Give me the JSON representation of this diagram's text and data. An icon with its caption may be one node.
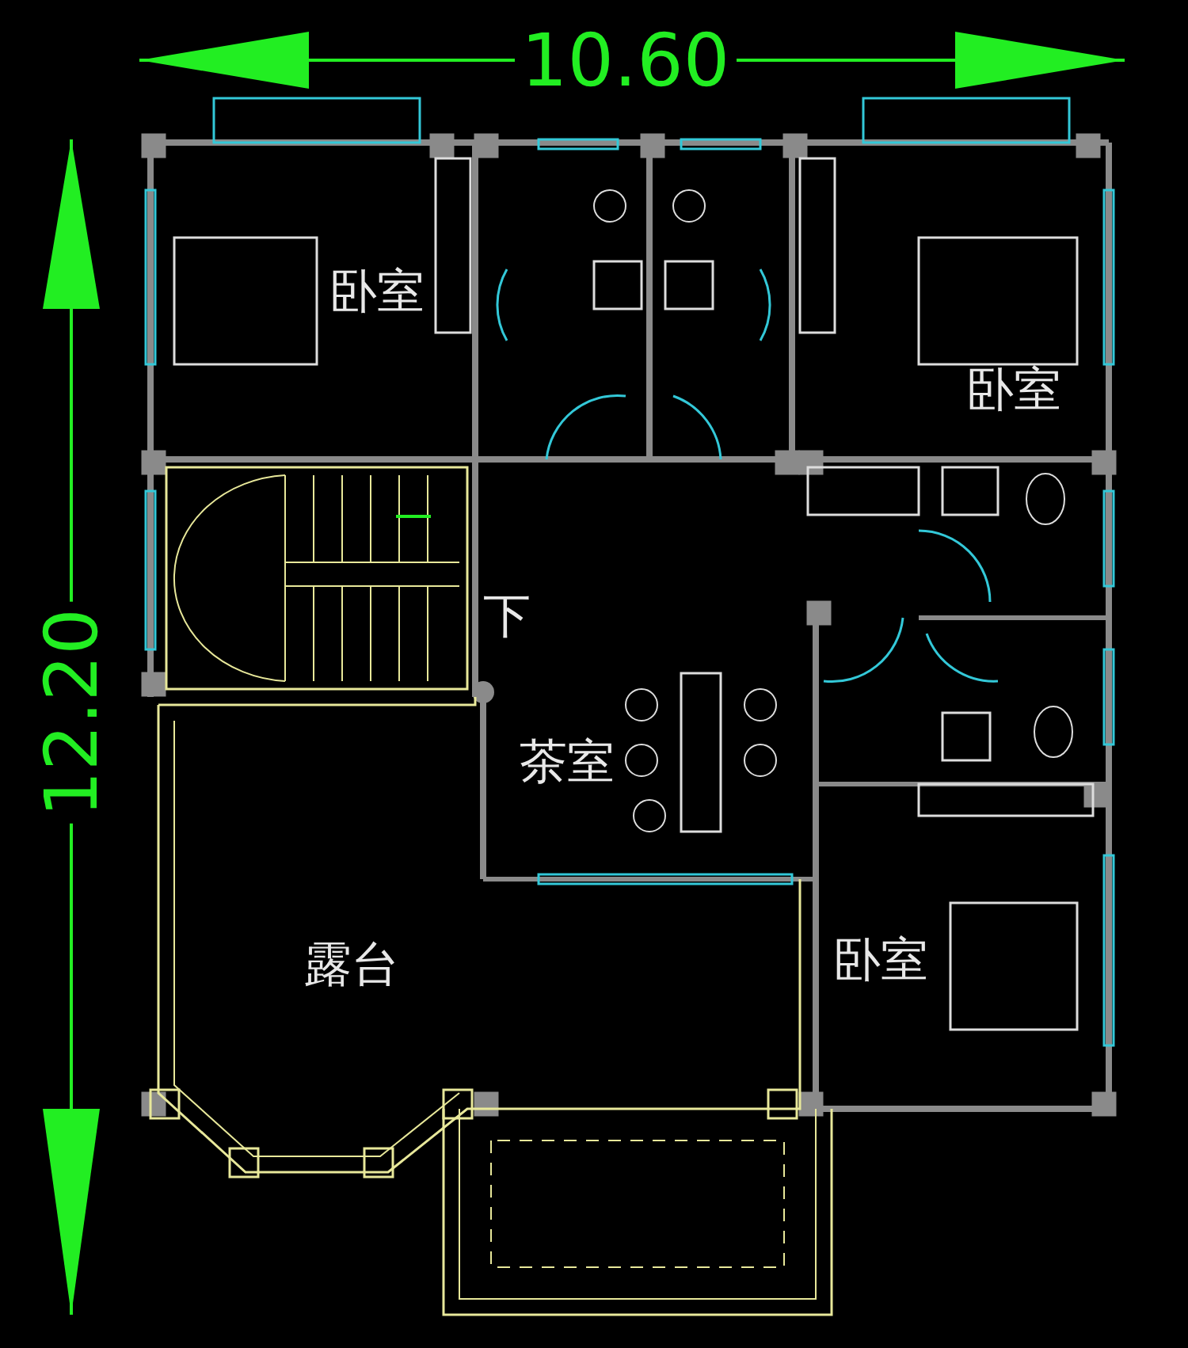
{
  "diagram": {
    "labels": [
      "10.60",
      "12.20",
      "卧室",
      "卧室",
      "下",
      "茶室",
      "露台",
      "卧室"
    ]
  }
}
